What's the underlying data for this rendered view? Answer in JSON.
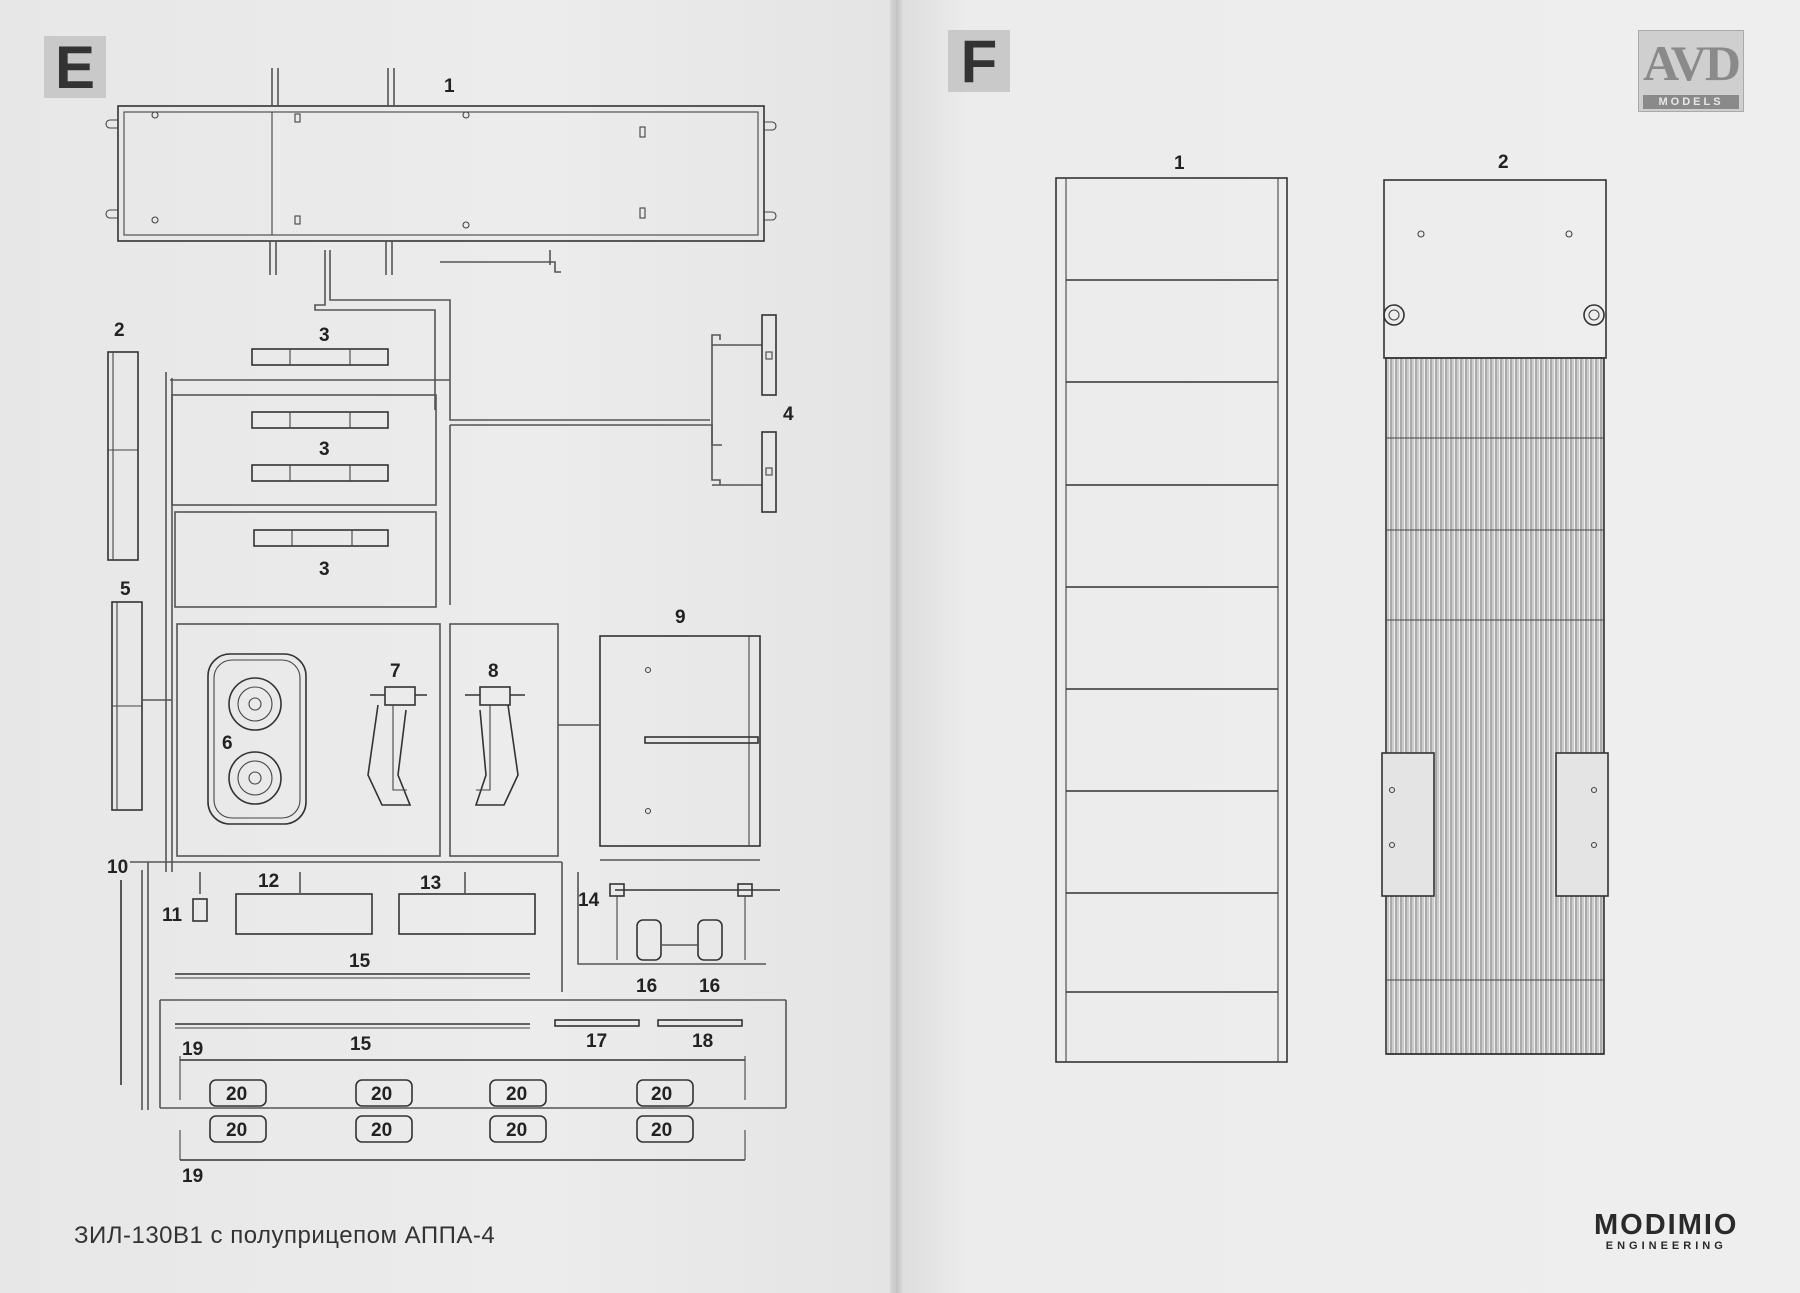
{
  "left_page": {
    "section_letter": "E",
    "part_labels": [
      "1",
      "2",
      "3",
      "3",
      "3",
      "4",
      "5",
      "6",
      "7",
      "8",
      "9",
      "10",
      "11",
      "12",
      "13",
      "14",
      "15",
      "15",
      "16",
      "16",
      "17",
      "18",
      "19",
      "19",
      "20",
      "20",
      "20",
      "20",
      "20",
      "20",
      "20",
      "20"
    ],
    "footer_title": "ЗИЛ-130В1 с полуприцепом АППА-4"
  },
  "right_page": {
    "section_letter": "F",
    "part_labels": [
      "1",
      "2"
    ],
    "logo": {
      "main": "AVD",
      "sub": "MODELS"
    },
    "brand": {
      "name": "MODIMIO",
      "sub": "ENGINEERING"
    }
  }
}
